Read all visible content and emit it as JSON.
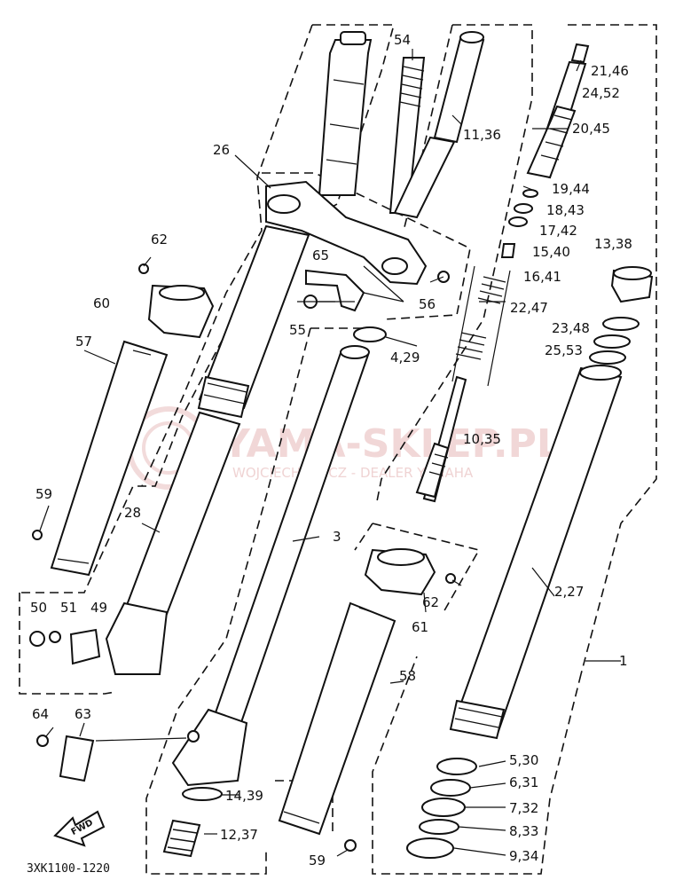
{
  "diagram": {
    "code": "3XK1100-1220",
    "fwd": "FWD",
    "watermark": {
      "line1": "YAMA-SKLEP.PL",
      "line2": "WOJCIECHOWICZ - DEALER YAMAHA"
    },
    "labels": {
      "l1": "1",
      "l2": "2,27",
      "l3": "3",
      "l4": "4,29",
      "l5": "5,30",
      "l6": "6,31",
      "l7": "7,32",
      "l8": "8,33",
      "l9": "9,34",
      "l10": "10,35",
      "l11": "11,36",
      "l12": "12,37",
      "l13": "13,38",
      "l14": "14,39",
      "l15": "15,40",
      "l16": "16,41",
      "l17": "17,42",
      "l18": "18,43",
      "l19": "19,44",
      "l20": "20,45",
      "l21": "21,46",
      "l22": "22,47",
      "l23": "23,48",
      "l24": "24,52",
      "l25": "25,53",
      "l26": "26",
      "l28": "28",
      "l49": "49",
      "l50": "50",
      "l51": "51",
      "l54": "54",
      "l55": "55",
      "l56": "56",
      "l57": "57",
      "l58": "58",
      "l59a": "59",
      "l59b": "59",
      "l60": "60",
      "l61": "61",
      "l62a": "62",
      "l62b": "62",
      "l63": "63",
      "l64": "64",
      "l65": "65"
    }
  }
}
